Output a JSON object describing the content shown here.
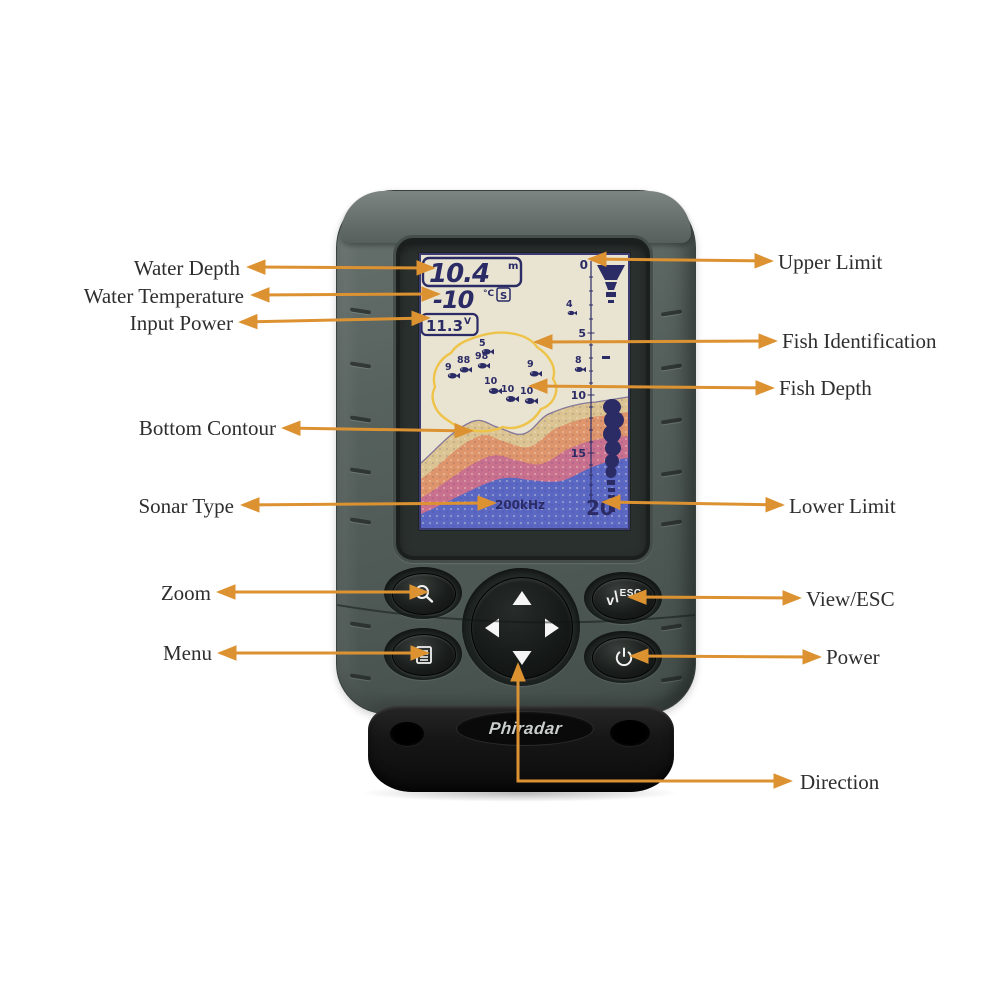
{
  "device": {
    "brand": "Phiradar",
    "type_description": "fish finder sonar display"
  },
  "labels": {
    "left": [
      {
        "text": "Water Depth"
      },
      {
        "text": "Water Temperature"
      },
      {
        "text": "Input Power"
      },
      {
        "text": "Bottom Contour"
      },
      {
        "text": "Sonar Type"
      },
      {
        "text": "Zoom"
      },
      {
        "text": "Menu"
      }
    ],
    "right": [
      {
        "text": "Upper Limit"
      },
      {
        "text": "Fish Identification"
      },
      {
        "text": "Fish Depth"
      },
      {
        "text": "Lower Limit"
      },
      {
        "text": "View/ESC"
      },
      {
        "text": "Power"
      },
      {
        "text": "Direction"
      }
    ]
  },
  "screen": {
    "water_depth": {
      "value": "10.4",
      "unit": "m"
    },
    "water_temp": {
      "value": "-10",
      "unit": "°C",
      "flag": "S"
    },
    "input_power": {
      "value": "11.3",
      "unit": "V"
    },
    "sonar_type": "200kHz",
    "upper_limit": "0",
    "scale_ticks": [
      "5",
      "10",
      "15"
    ],
    "lower_limit": "20",
    "fish_depths": [
      "5",
      "9",
      "88",
      "98",
      "10",
      "10",
      "9",
      "10",
      "8",
      "4"
    ]
  },
  "buttons": {
    "view_esc": {
      "v": "v",
      "slash": "\\",
      "esc": "ESC"
    }
  },
  "icons": {
    "zoom": "magnifier-plus",
    "menu": "list-page",
    "dpad": "four-direction-arrows",
    "power": "power-symbol",
    "transducer": "sonar-beam-cone"
  },
  "colors": {
    "arrow_orange": "#dd9232",
    "display_navy": "#2b2b66",
    "screen_cream": "#e9e4d2",
    "fish_circle_yellow": "#eec34a",
    "body_grey_green": "#57625e",
    "base_black": "#141414"
  }
}
